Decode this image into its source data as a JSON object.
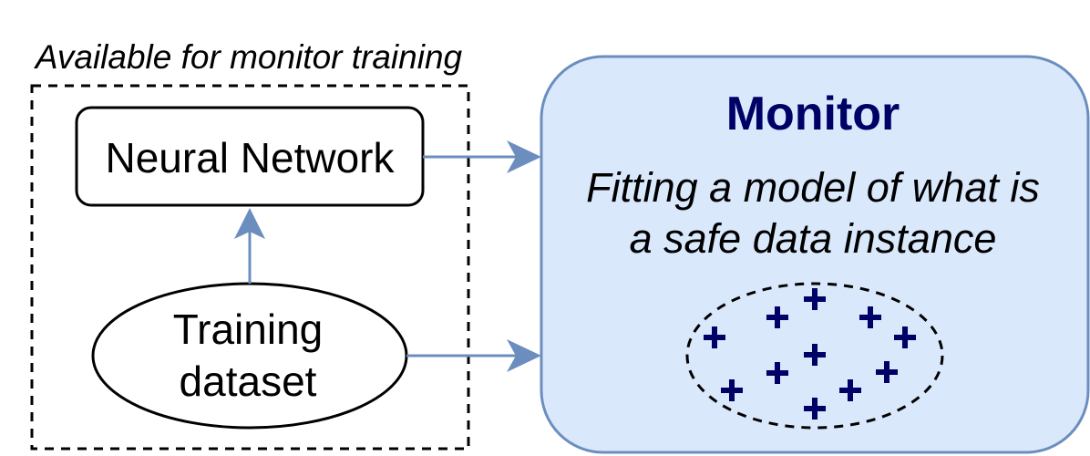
{
  "caption": "Available for monitor training",
  "neural_network": {
    "label": "Neural Network"
  },
  "training_dataset": {
    "line1": "Training",
    "line2": "dataset"
  },
  "monitor": {
    "title": "Monitor",
    "description_line1": "Fitting a model of what is",
    "description_line2": "a safe data instance"
  },
  "colors": {
    "arrow": "#6c8ebf",
    "monitor_fill": "#dae8fc",
    "monitor_stroke": "#6c8ebf",
    "monitor_title": "#000066",
    "plus_marker": "#000066"
  }
}
